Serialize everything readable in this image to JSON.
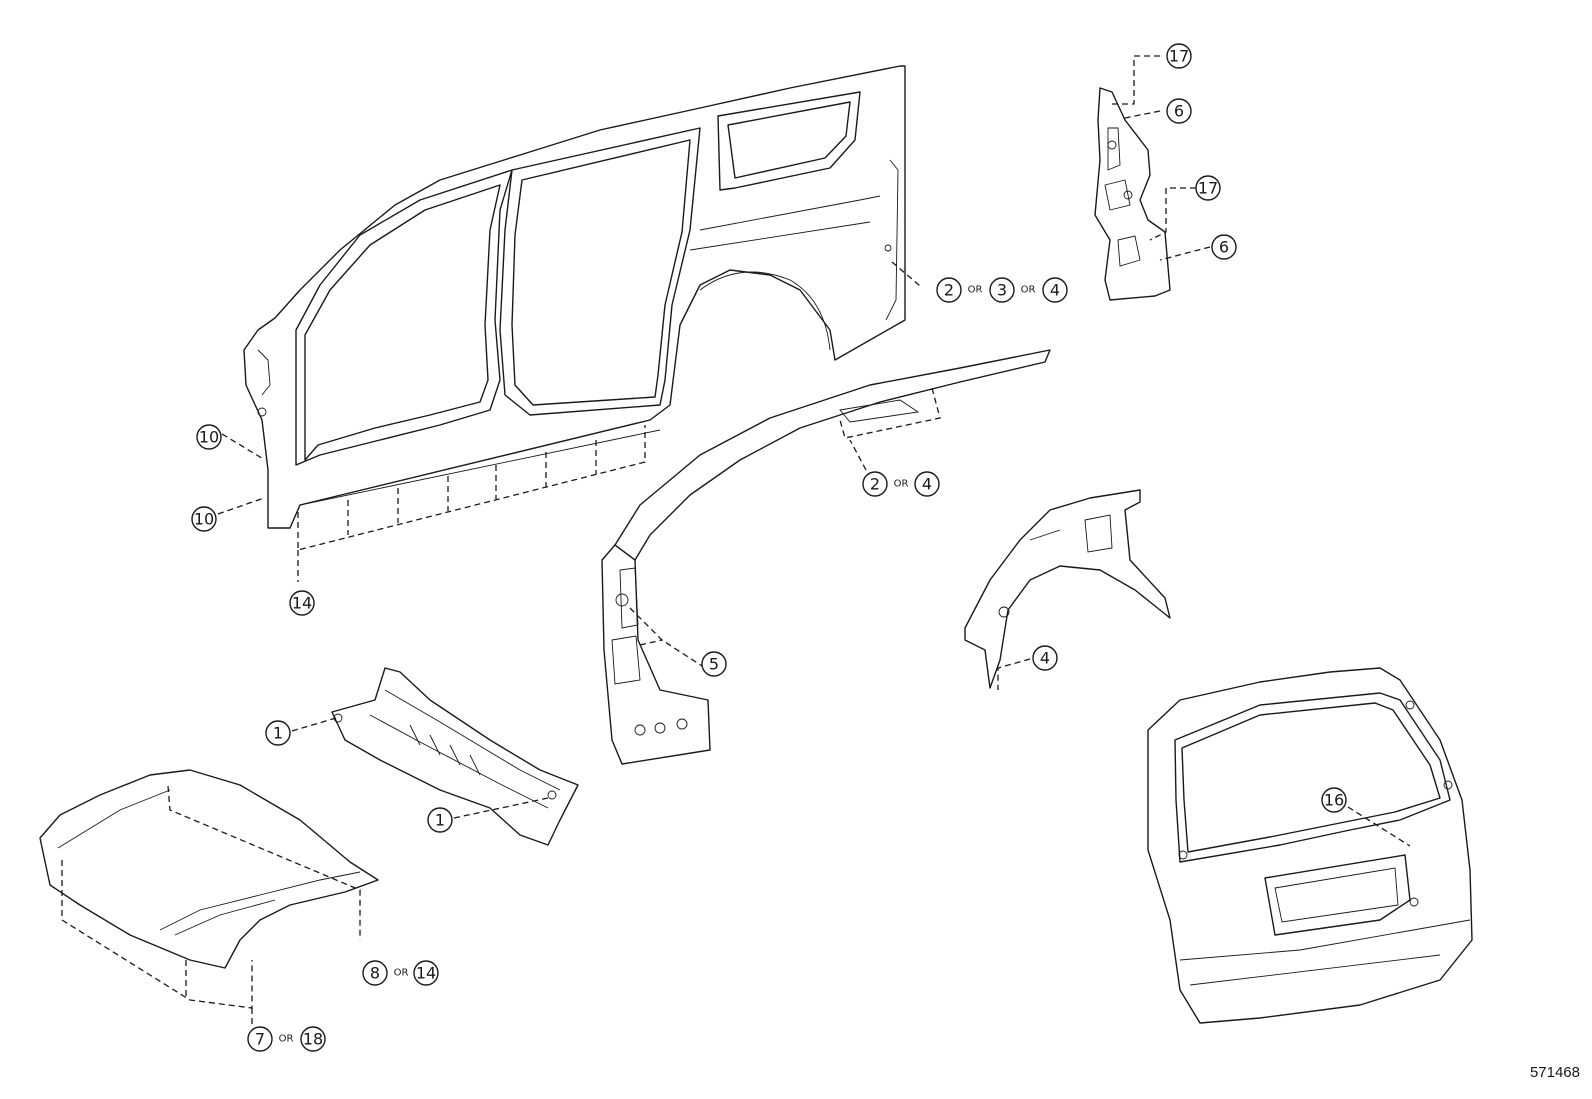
{
  "diagram_id": "571468",
  "callouts": [
    {
      "id": "c-17a",
      "label": "17"
    },
    {
      "id": "c-6a",
      "label": "6"
    },
    {
      "id": "c-17b",
      "label": "17"
    },
    {
      "id": "c-6b",
      "label": "6"
    },
    {
      "id": "c-2a",
      "label": "2"
    },
    {
      "id": "c-or-1",
      "label": "OR"
    },
    {
      "id": "c-3",
      "label": "3"
    },
    {
      "id": "c-or-2",
      "label": "OR"
    },
    {
      "id": "c-4a",
      "label": "4"
    },
    {
      "id": "c-10a",
      "label": "10"
    },
    {
      "id": "c-10b",
      "label": "10"
    },
    {
      "id": "c-14a",
      "label": "14"
    },
    {
      "id": "c-2b",
      "label": "2"
    },
    {
      "id": "c-or-3",
      "label": "OR"
    },
    {
      "id": "c-4b",
      "label": "4"
    },
    {
      "id": "c-5",
      "label": "5"
    },
    {
      "id": "c-4c",
      "label": "4"
    },
    {
      "id": "c-1a",
      "label": "1"
    },
    {
      "id": "c-1b",
      "label": "1"
    },
    {
      "id": "c-16",
      "label": "16"
    },
    {
      "id": "c-8",
      "label": "8"
    },
    {
      "id": "c-or-4",
      "label": "OR"
    },
    {
      "id": "c-14b",
      "label": "14"
    },
    {
      "id": "c-7",
      "label": "7"
    },
    {
      "id": "c-or-5",
      "label": "OR"
    },
    {
      "id": "c-18",
      "label": "18"
    }
  ]
}
